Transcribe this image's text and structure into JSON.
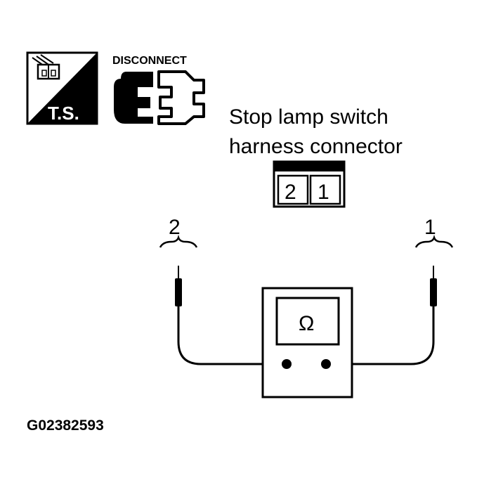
{
  "ts_badge": {
    "label": "T.S."
  },
  "disconnect_badge": {
    "label": "DISCONNECT"
  },
  "connector": {
    "caption_line1": "Stop lamp switch",
    "caption_line2": "harness connector",
    "terminals": [
      "2",
      "1"
    ]
  },
  "probes": {
    "left_label": "2",
    "right_label": "1"
  },
  "meter": {
    "symbol": "Ω"
  },
  "figure_id": "G02382593",
  "colors": {
    "ink": "#000000",
    "paper": "#ffffff"
  }
}
